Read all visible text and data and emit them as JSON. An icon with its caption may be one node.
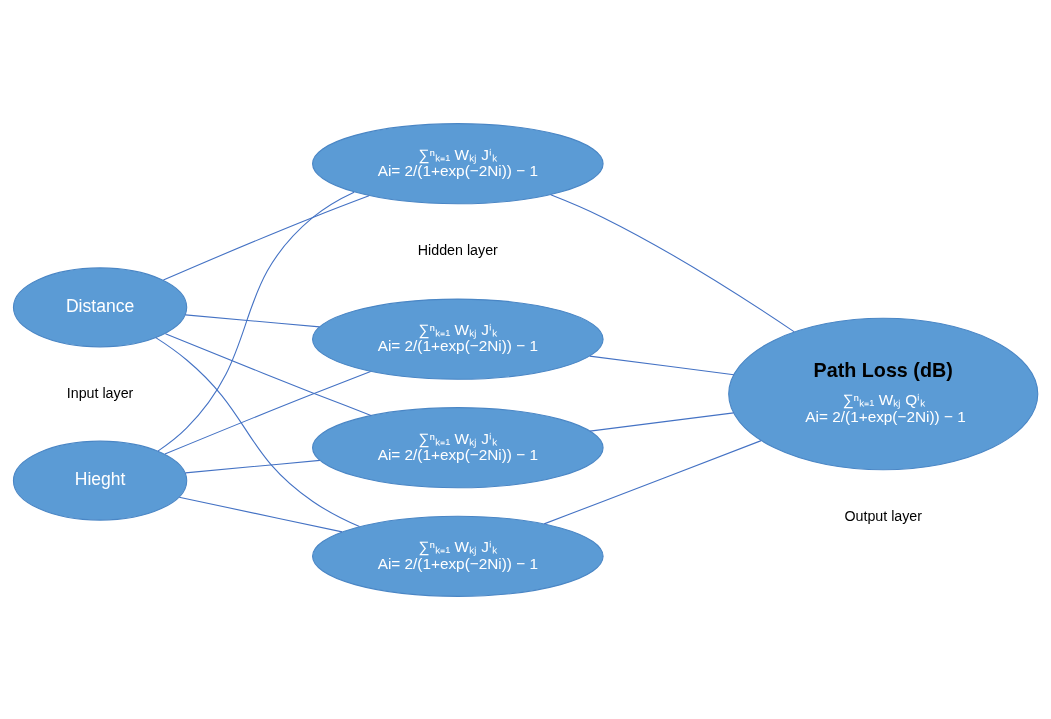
{
  "diagram": {
    "nodes": [
      {
        "text": [
          "Hieght"
        ]
      },
      {
        "text": [
          "Distance"
        ]
      },
      {
        "text": [
          "∑ⁿₖ₌₁ Wₖⱼ Jⁱₖ",
          "Ai= 2/(1+exp(−2Ni)) − 1"
        ]
      },
      {
        "text": [
          "∑ⁿₖ₌₁ Wₖⱼ Jⁱₖ",
          "Ai= 2/(1+exp(−2Ni)) − 1"
        ]
      },
      {
        "text": [
          "∑ⁿₖ₌₁ Wₖⱼ Jⁱₖ",
          "Ai= 2/(1+exp(−2Ni)) − 1"
        ]
      },
      {
        "text": [
          "∑ⁿₖ₌₁ Wₖⱼ Jⁱₖ",
          "Ai= 2/(1+exp(−2Ni)) − 1"
        ]
      },
      {
        "text": [
          "Path Loss (dB)",
          "∑ⁿₖ₌₁ Wₖⱼ Qⁱₖ",
          "Ai= 2/(1+exp(−2Ni)) − 1"
        ]
      }
    ],
    "edges": [
      {
        "from": 0,
        "to": 2,
        "arrow": "none"
      },
      {
        "from": 0,
        "to": 3,
        "arrow": "none"
      },
      {
        "from": 0,
        "to": 4,
        "arrow": "none"
      },
      {
        "from": 0,
        "to": 5,
        "arrow": "none"
      },
      {
        "from": 1,
        "to": 2,
        "arrow": "none"
      },
      {
        "from": 1,
        "to": 3,
        "arrow": "none"
      },
      {
        "from": 1,
        "to": 4,
        "arrow": "none"
      },
      {
        "from": 1,
        "to": 5,
        "arrow": "none"
      },
      {
        "from": 2,
        "to": 6,
        "arrow": "none"
      },
      {
        "from": 3,
        "to": 6,
        "arrow": "none"
      },
      {
        "from": 4,
        "to": 6,
        "arrow": "none"
      },
      {
        "from": 5,
        "to": 6,
        "arrow": "none"
      }
    ],
    "labels": [
      "Output layer",
      "Input layer",
      "Hidden layer"
    ]
  }
}
